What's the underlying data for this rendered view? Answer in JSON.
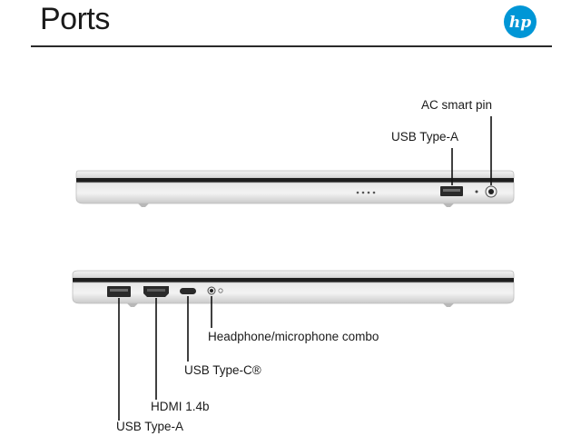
{
  "page": {
    "title": "Ports",
    "brand_logo": "hp-logo",
    "accent": "#0096d6"
  },
  "right_side": {
    "labels": {
      "ac_smart_pin": "AC smart pin",
      "usb_type_a": "USB Type-A"
    },
    "ports": [
      "usb-type-a-port",
      "ac-smart-pin-port"
    ]
  },
  "left_side": {
    "labels": {
      "headphone_combo": "Headphone/microphone combo",
      "usb_type_c": "USB Type-C®",
      "hdmi": "HDMI 1.4b",
      "usb_type_a": "USB Type-A"
    },
    "ports": [
      "usb-type-a-port",
      "hdmi-port",
      "usb-type-c-port",
      "headphone-jack"
    ]
  }
}
